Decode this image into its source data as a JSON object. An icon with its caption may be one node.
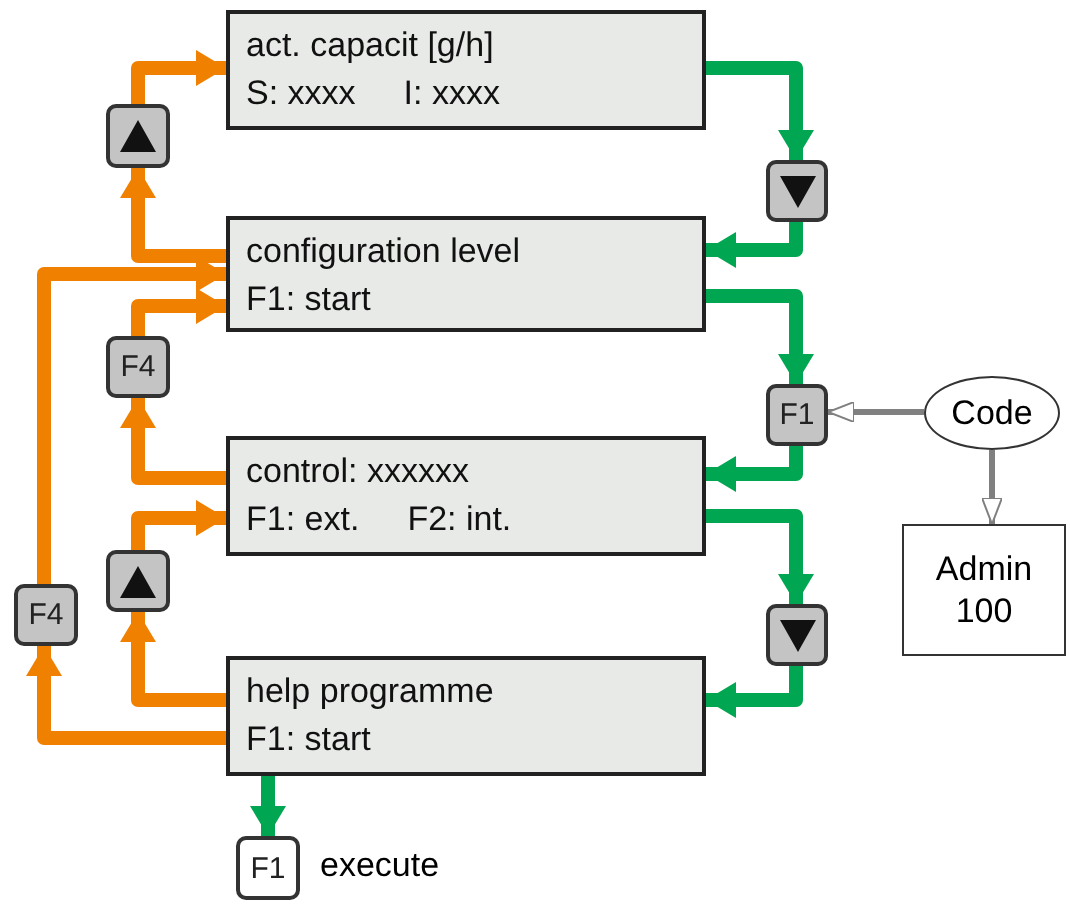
{
  "diagram": {
    "nodes": [
      {
        "text": [
          "act. capacit [g/h]",
          "S: xxxx",
          "I: xxxx"
        ]
      },
      {
        "text": [],
        "shape": "box"
      },
      {
        "text": [],
        "shape": "box"
      },
      {
        "text": [
          "configuration level",
          "F1: start"
        ]
      },
      {
        "text": [
          "F4"
        ]
      },
      {
        "text": [
          "F1"
        ]
      },
      {
        "text": [
          "Code"
        ]
      },
      {
        "text": [
          "control: xxxxxx",
          "F1: ext.",
          "F2: int."
        ]
      },
      {
        "text": [
          "Admin 100"
        ]
      },
      {
        "text": [],
        "shape": "box"
      },
      {
        "text": [
          "F4"
        ]
      },
      {
        "text": [],
        "shape": "box"
      },
      {
        "text": [
          "help programme",
          "F1: start"
        ]
      },
      {
        "text": [
          "F1"
        ],
        "beside": [
          "execute"
        ]
      }
    ],
    "edges": [
      {
        "from": 3,
        "to": 1,
        "arrow": "to",
        "color": "#f08000"
      },
      {
        "from": 1,
        "to": 0,
        "arrow": "to",
        "color": "#f08000"
      },
      {
        "from": 0,
        "to": 2,
        "arrow": "to",
        "color": "#00a651"
      },
      {
        "from": 2,
        "to": 3,
        "arrow": "to",
        "color": "#00a651"
      },
      {
        "from": 3,
        "to": 5,
        "arrow": "to",
        "color": "#00a651"
      },
      {
        "from": 5,
        "to": 7,
        "arrow": "to",
        "color": "#00a651"
      },
      {
        "from": 6,
        "to": 5,
        "arrow": "to",
        "color": "#808080"
      },
      {
        "from": 6,
        "to": 8,
        "arrow": "to",
        "color": "#808080"
      },
      {
        "from": 7,
        "to": 4,
        "arrow": "to",
        "color": "#f08000"
      },
      {
        "from": 4,
        "to": 3,
        "arrow": "to",
        "color": "#f08000"
      },
      {
        "from": 7,
        "to": 11,
        "arrow": "to",
        "color": "#00a651"
      },
      {
        "from": 11,
        "to": 12,
        "arrow": "to",
        "color": "#00a651"
      },
      {
        "from": 12,
        "to": 9,
        "arrow": "to",
        "color": "#f08000"
      },
      {
        "from": 9,
        "to": 7,
        "arrow": "to",
        "color": "#f08000"
      },
      {
        "from": 12,
        "to": 10,
        "arrow": "to",
        "color": "#f08000"
      },
      {
        "from": 10,
        "to": 3,
        "arrow": "to",
        "color": "#f08000"
      },
      {
        "from": 12,
        "to": 13,
        "arrow": "to",
        "color": "#00a651"
      }
    ]
  }
}
